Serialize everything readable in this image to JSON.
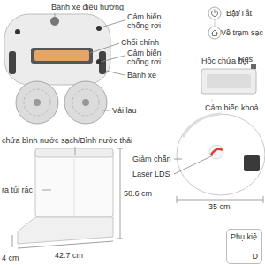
{
  "diagram": {
    "nodes": [
      {
        "text": [
          "Phụ kiệ",
          "D"
        ]
      }
    ],
    "labels": [
      "Bánh xe điều hướng",
      "Cảm biến chống rơi",
      "Chổi chính",
      "Cảm biến chống rơi",
      "Bánh xe",
      "Vải lau",
      "Bật/Tắt",
      "Về trạm sạc",
      "Hộc chứa bụi",
      "Res",
      "Cảm biến khoả",
      "chứa bình nước sạch/Bình nước thải",
      "Giảm chấn",
      "Laser LDS",
      "ra túi rác",
      "58.6 cm",
      "35 cm",
      "4 cm",
      "42.7 cm"
    ]
  }
}
